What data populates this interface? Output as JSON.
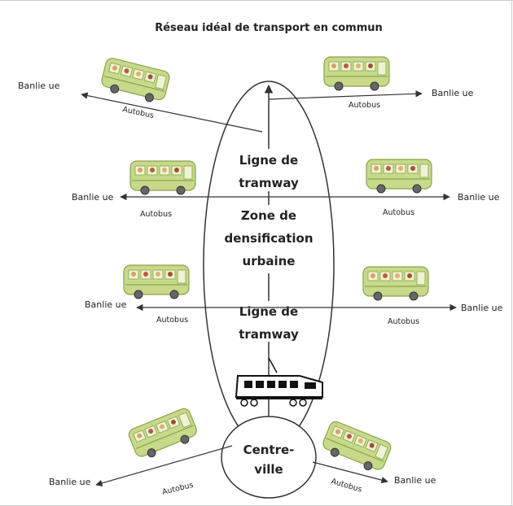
{
  "title": "Réseau idéal de transport en commun",
  "center_labels": [
    "Ligne de",
    "tramway",
    "Zone de",
    "densification",
    "urbaine",
    "Ligne de",
    "tramway"
  ],
  "centre_ville": [
    "Centre-",
    "ville"
  ],
  "banlieue": "Banlie ue",
  "autobus": "Autobus",
  "colors": {
    "bus_body": "#c7d98a",
    "bus_dark": "#7f9a3c",
    "line": "#333333"
  }
}
